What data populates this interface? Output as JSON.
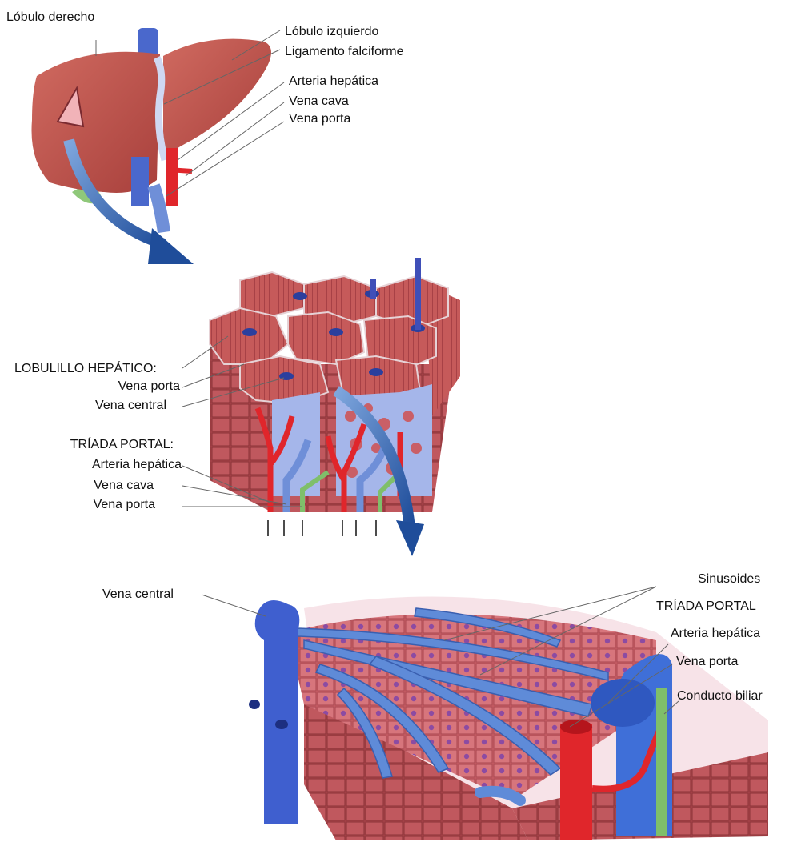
{
  "panel1": {
    "labels": {
      "lobulo_derecho": "Lóbulo derecho",
      "lobulo_izquierdo": "Lóbulo izquierdo",
      "ligamento_falciforme": "Ligamento falciforme",
      "arteria_hepatica": "Arteria hepática",
      "vena_cava": "Vena cava",
      "vena_porta": "Vena porta"
    }
  },
  "panel2": {
    "labels": {
      "lobulillo_hepatico": "LOBULILLO HEPÁTICO:",
      "vena_porta": "Vena porta",
      "vena_central": "Vena central",
      "triada_portal": "TRÍADA PORTAL:",
      "arteria_hepatica": "Arteria hepática",
      "vena_cava": "Vena cava",
      "vena_porta_2": "Vena porta"
    }
  },
  "panel3": {
    "labels": {
      "vena_central": "Vena central",
      "sinusoides": "Sinusoides",
      "triada_portal": "TRÍADA PORTAL",
      "arteria_hepatica": "Arteria hepática",
      "vena_porta": "Vena porta",
      "conducto_biliar": "Conducto biliar"
    }
  },
  "colors": {
    "liver": "#c4504a",
    "liver_dark": "#9c3634",
    "vein": "#3d5fc9",
    "vein_light": "#9fb2e6",
    "artery": "#e0262b",
    "bile": "#7fbf6a",
    "arrow": "#2f5fa8",
    "cell": "#c8666e",
    "nucleus": "#8a4aa0"
  }
}
